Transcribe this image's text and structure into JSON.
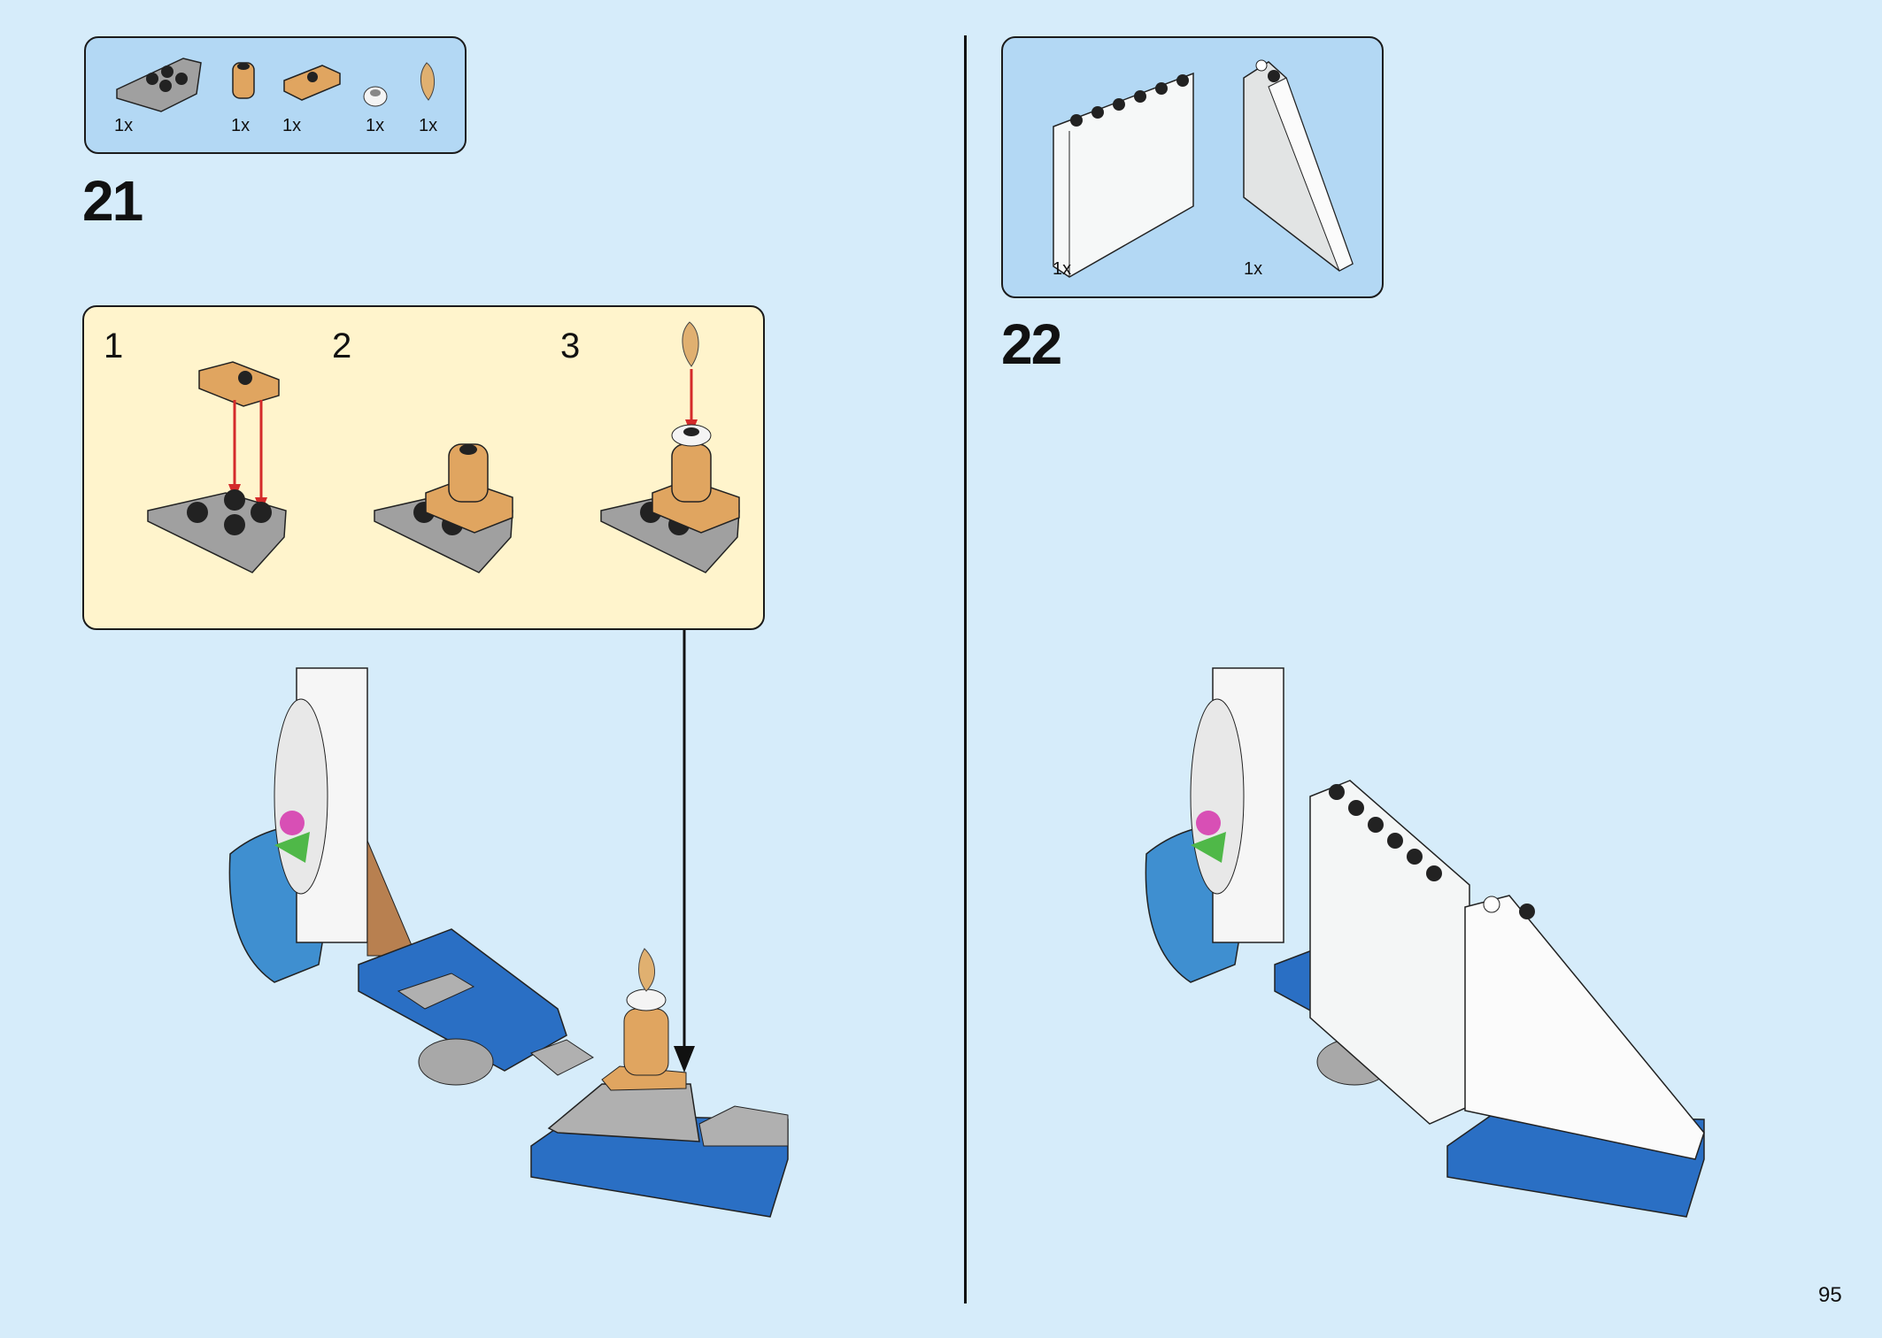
{
  "page_number": "95",
  "steps": [
    {
      "number": "21",
      "parts": [
        {
          "name": "gray-wedge-plate",
          "qty": "1x"
        },
        {
          "name": "tan-round-brick",
          "qty": "1x"
        },
        {
          "name": "tan-jumper-plate",
          "qty": "1x"
        },
        {
          "name": "white-round-plate",
          "qty": "1x"
        },
        {
          "name": "gold-flame",
          "qty": "1x"
        }
      ],
      "substeps": [
        "1",
        "2",
        "3"
      ]
    },
    {
      "number": "22",
      "parts": [
        {
          "name": "white-panel-wall",
          "qty": "1x"
        },
        {
          "name": "white-slope-wall",
          "qty": "1x"
        }
      ]
    }
  ],
  "colors": {
    "background": "#d6ecfa",
    "parts_box": "#b3d8f4",
    "substep_box": "#fff4cc",
    "arrow_red": "#d42a2a"
  }
}
